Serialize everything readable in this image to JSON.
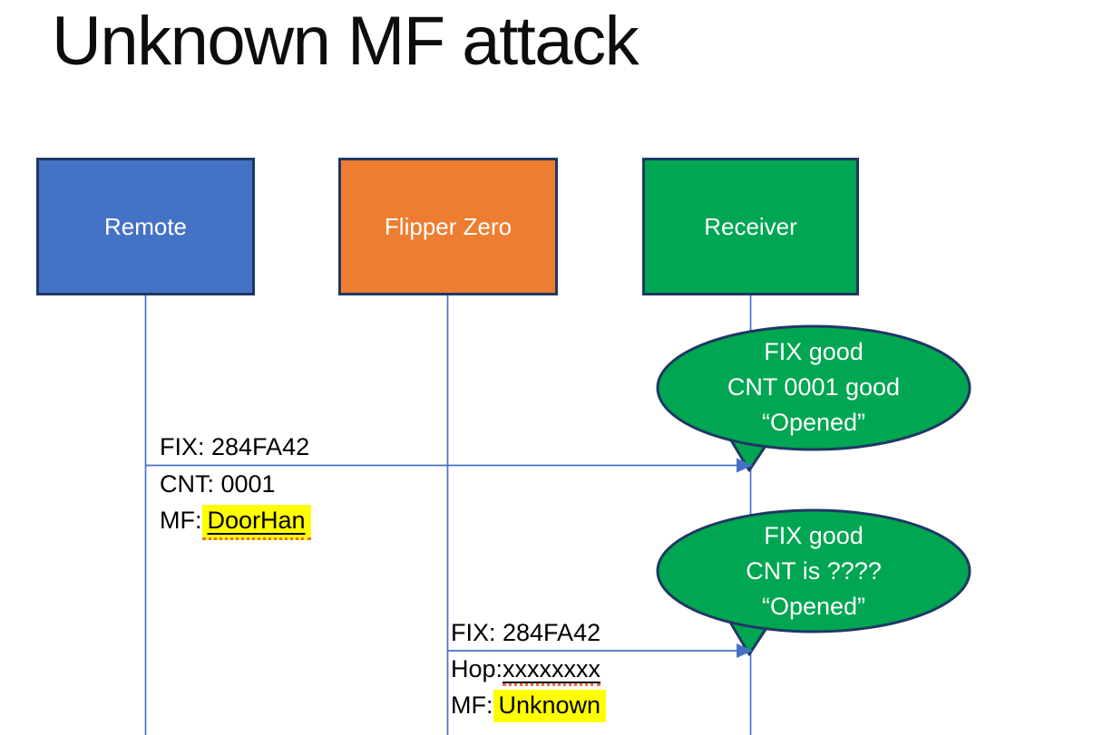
{
  "slide": {
    "title": "Unknown MF attack"
  },
  "actors": [
    {
      "label": "Remote",
      "fill": "#4472C4"
    },
    {
      "label": "Flipper Zero",
      "fill": "#ED7D31"
    },
    {
      "label": "Receiver",
      "fill": "#00A651"
    }
  ],
  "messages": [
    {
      "label_above": "FIX: 284FA42",
      "row1": "CNT: 0001",
      "row2_prefix": "MF: ",
      "row2_value": "DoorHan"
    },
    {
      "label_above": "FIX: 284FA42",
      "row1_prefix": "Hop: ",
      "row1_value": "xxxxxxxx",
      "row2_prefix": "MF: ",
      "row2_value": "Unknown"
    }
  ],
  "callouts": [
    {
      "line1": "FIX good",
      "line2": "CNT 0001 good",
      "line3": "“Opened”"
    },
    {
      "line1": "FIX good",
      "line2": "CNT is ????",
      "line3": "“Opened”"
    }
  ],
  "colors": {
    "actor_remote_fill": "#4472C4",
    "actor_flipper_fill": "#ED7D31",
    "actor_receiver_fill": "#00A651",
    "shape_outline": "#1F3864",
    "connector_blue": "#4472C4",
    "callout_fill": "#00A651",
    "highlight_yellow": "#FFFF00",
    "spellcheck_squiggle_red": "#EC6A50",
    "text_on_shape": "#FFFFFF",
    "text_black": "#000000"
  }
}
